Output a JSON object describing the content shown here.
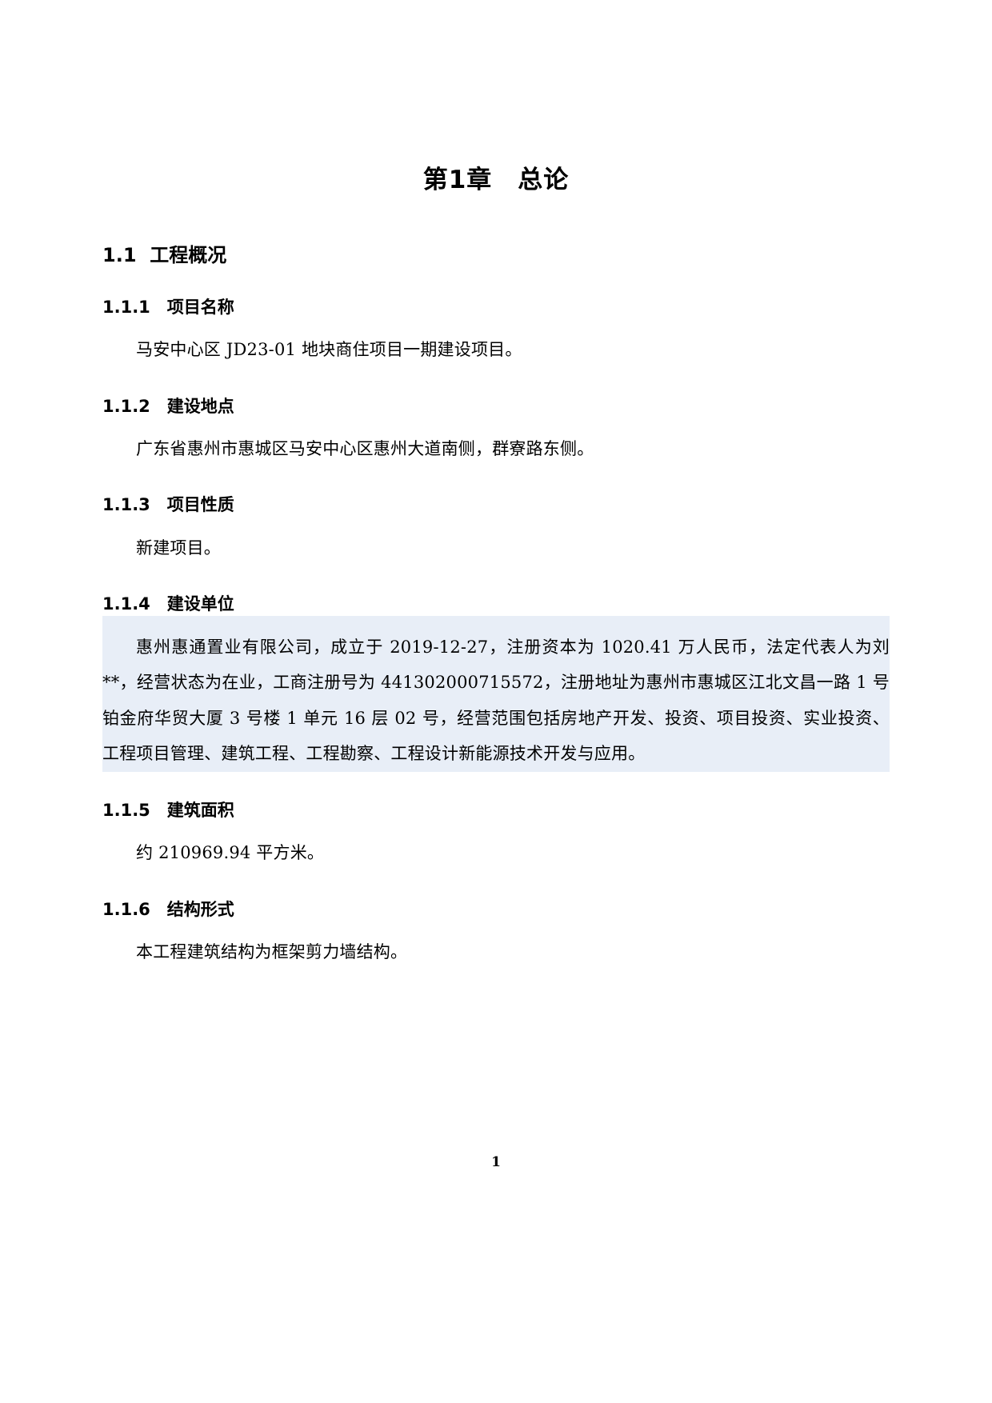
{
  "document": {
    "chapter_title": "第1章　总论",
    "page_number": "1"
  },
  "sections": {
    "s1_1": {
      "heading": "1.1  工程概况"
    },
    "s1_1_1": {
      "heading": "1.1.1　项目名称",
      "body": "马安中心区 JD23-01 地块商住项目一期建设项目。"
    },
    "s1_1_2": {
      "heading": "1.1.2　建设地点",
      "body": "广东省惠州市惠城区马安中心区惠州大道南侧，群寮路东侧。"
    },
    "s1_1_3": {
      "heading": "1.1.3　项目性质",
      "body": "新建项目。"
    },
    "s1_1_4": {
      "heading": "1.1.4　建设单位",
      "body": "惠州惠通置业有限公司，成立于 2019-12-27，注册资本为 1020.41 万人民币，法定代表人为刘**，经营状态为在业，工商注册号为 441302000715572，注册地址为惠州市惠城区江北文昌一路 1 号铂金府华贸大厦 3 号楼 1 单元 16 层 02 号，经营范围包括房地产开发、投资、项目投资、实业投资、工程项目管理、建筑工程、工程勘察、工程设计新能源技术开发与应用。",
      "highlight_color": "#e8eef7"
    },
    "s1_1_5": {
      "heading": "1.1.5　建筑面积",
      "body": "约 210969.94 平方米。"
    },
    "s1_1_6": {
      "heading": "1.1.6　结构形式",
      "body": "本工程建筑结构为框架剪力墙结构。"
    }
  }
}
